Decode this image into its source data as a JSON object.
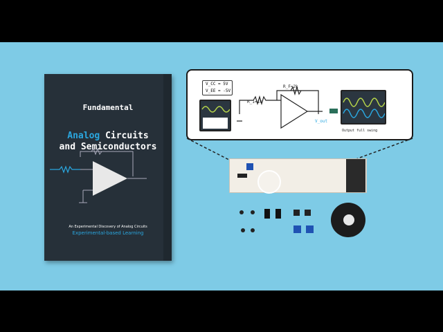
{
  "book": {
    "title_line1": "Fundamental",
    "title_accent": "Analog",
    "title_line2_rest": " Circuits",
    "title_line3": "and Semiconductors",
    "subtitle": "An Experimental Discovery of Analog Circuits",
    "tagline": "Experimental-based Learning"
  },
  "diagram": {
    "vcc": "V_CC = 5V",
    "vee": "V_EE = -5V",
    "rf": "R_F=2k",
    "r1": "R_1=1k",
    "vout": "V_out",
    "output_caption": "Output full swing"
  },
  "colors": {
    "backdrop": "#7ecbe6",
    "book": "#263039",
    "accent": "#2aa7e0",
    "wave_green": "#b7d64a",
    "wave_blue": "#2aa7e0"
  }
}
